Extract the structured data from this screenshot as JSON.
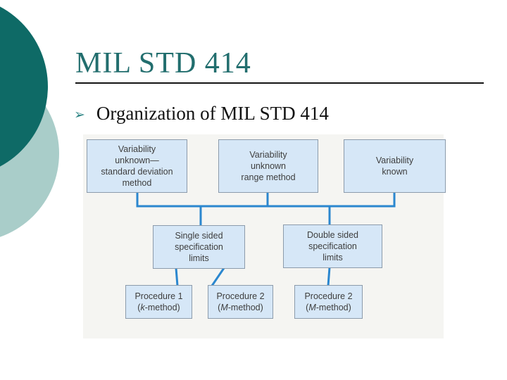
{
  "slide": {
    "title": "MIL STD 414",
    "bullet_marker": "➢",
    "bullet_text": "Organization of MIL STD 414"
  },
  "diagram": {
    "top": [
      {
        "lines": [
          "Variability",
          "unknown—",
          "standard deviation",
          "method"
        ]
      },
      {
        "lines": [
          "Variability",
          "unknown",
          "range method"
        ]
      },
      {
        "lines": [
          "Variability",
          "known"
        ]
      }
    ],
    "middle": [
      {
        "lines": [
          "Single sided",
          "specification",
          "limits"
        ]
      },
      {
        "lines": [
          "Double sided",
          "specification",
          "limits"
        ]
      }
    ],
    "bottom": [
      {
        "title": "Procedure 1",
        "m_open": "(",
        "m_letter": "k",
        "m_rest": "-method)"
      },
      {
        "title": "Procedure 2",
        "m_open": "(",
        "m_letter": "M",
        "m_rest": "-method)"
      },
      {
        "title": "Procedure 2",
        "m_open": "(",
        "m_letter": "M",
        "m_rest": "-method)"
      }
    ],
    "colors": {
      "title_teal": "#226E6E",
      "circle_dark_teal": "#0E6A66",
      "circle_light_teal": "#A9CDC9",
      "node_fill": "#D6E7F7",
      "node_border": "#8C9BAB",
      "connector_blue": "#2B87CF"
    }
  }
}
